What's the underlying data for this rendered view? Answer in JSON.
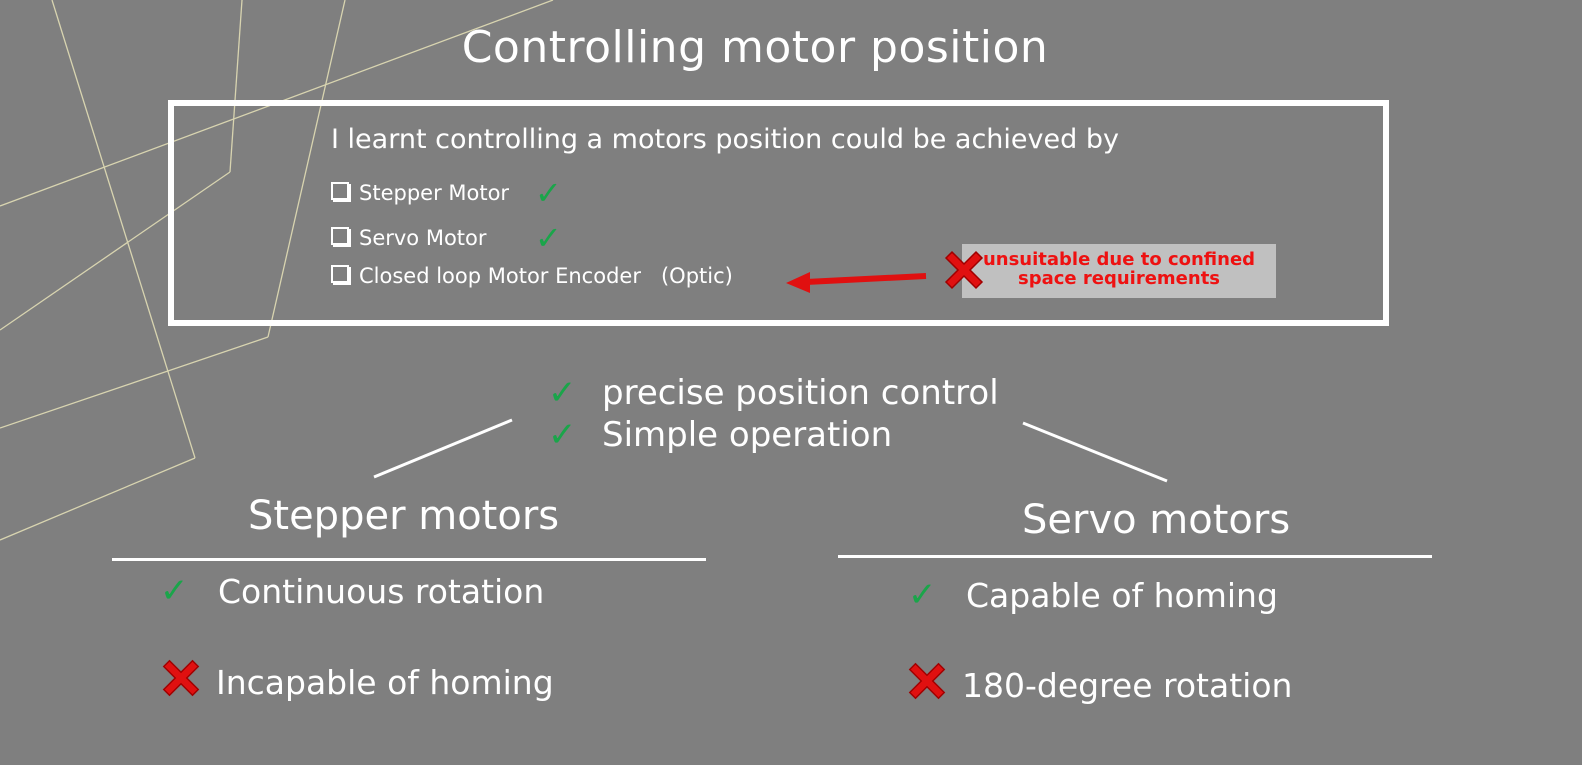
{
  "slide": {
    "title": "Controlling motor position",
    "intro": "I learnt controlling a motors position could be achieved by",
    "options": [
      {
        "label": "Stepper Motor",
        "status": "check"
      },
      {
        "label": "Servo Motor",
        "status": "check"
      },
      {
        "label": "Closed loop Motor Encoder   (Optic)",
        "status": "rejected"
      }
    ],
    "rejection_note": [
      "unsuitable due to confined",
      "space requirements"
    ],
    "shared_benefits": [
      "precise position control",
      "Simple operation"
    ],
    "stepper": {
      "heading": "Stepper motors",
      "pro": "Continuous rotation",
      "con": "Incapable of homing"
    },
    "servo": {
      "heading": "Servo motors",
      "pro": "Capable of homing",
      "con": "180-degree rotation"
    }
  },
  "icons": {
    "check": "check-icon",
    "cross": "cross-icon",
    "arrow": "arrow-left-icon",
    "checkbox": "checkbox-icon"
  },
  "colors": {
    "background": "#7f7f7f",
    "check": "#1aa54a",
    "cross": "#e01010",
    "note_text": "#ee1111",
    "note_bg": "#c0c0c0",
    "decor_lines": "#d8d4b0"
  }
}
